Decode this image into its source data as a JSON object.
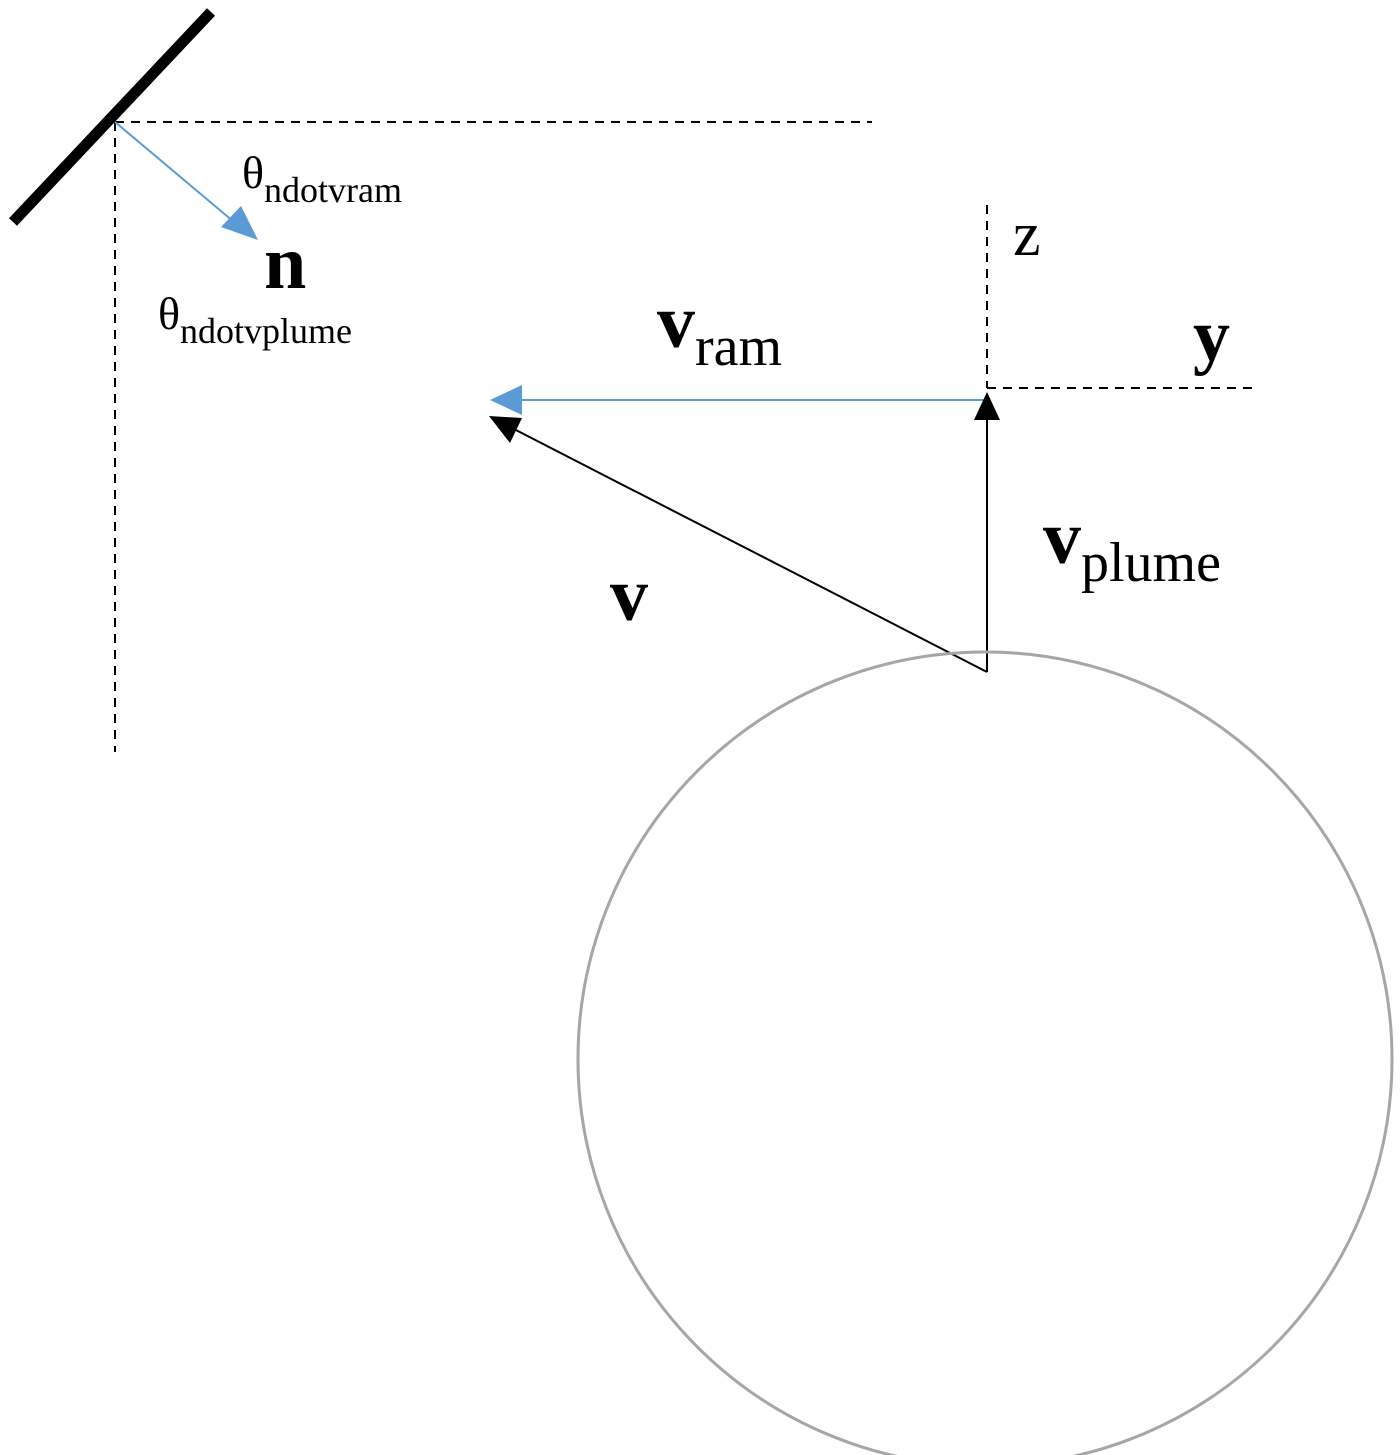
{
  "labels": {
    "theta_ndotvram": {
      "symbol": "θ",
      "subscript": "ndotvram"
    },
    "theta_ndotvplume": {
      "symbol": "θ",
      "subscript": "ndotvplume"
    },
    "n": "n",
    "z": "z",
    "y": "y",
    "v_ram": {
      "symbol": "v",
      "subscript": "ram"
    },
    "v_plume": {
      "symbol": "v",
      "subscript": "plume"
    },
    "v": "v"
  },
  "colors": {
    "blue_vector": "#5b9bd5",
    "black_vector": "#000000",
    "circle_stroke": "#a6a6a6",
    "surface": "#000000"
  }
}
